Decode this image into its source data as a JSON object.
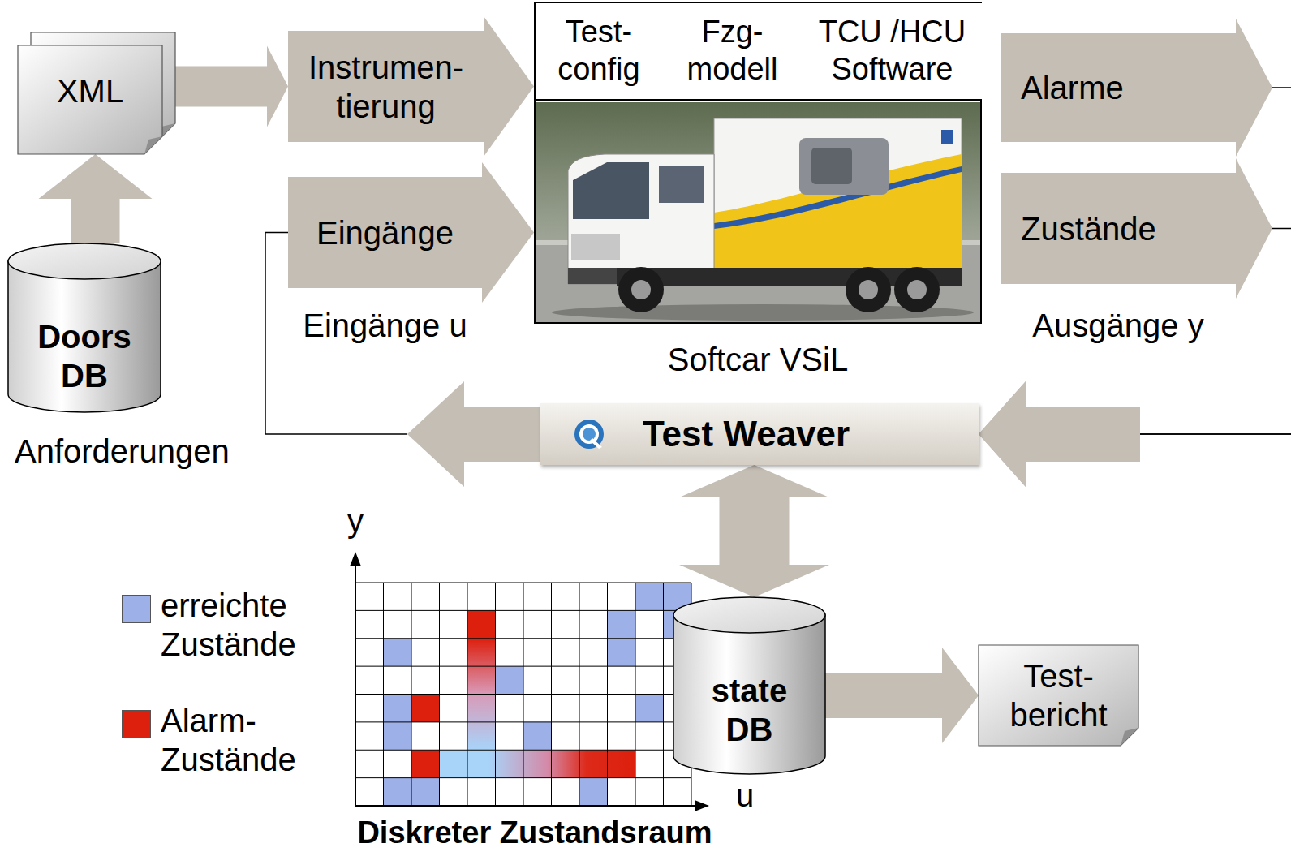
{
  "diagram": {
    "nodes": [
      {
        "text": [
          "XML"
        ]
      },
      {
        "text": [
          "Instrumen- tierung"
        ]
      },
      {
        "text": [
          "Softcar VSiL"
        ]
      },
      {
        "text": [
          "Test- config"
        ],
        "in": 2
      },
      {
        "text": [
          "Fzg- modell"
        ],
        "in": 2
      },
      {
        "text": [
          "TCU /HCU Software"
        ],
        "in": 2
      },
      {
        "text": [
          "Alarme"
        ]
      },
      {
        "text": [
          "Eingänge",
          "Eingänge u"
        ]
      },
      {
        "text": [
          "Zustände",
          "Ausgänge y"
        ]
      },
      {
        "text": [
          "Doors DB",
          "Anforderungen"
        ]
      },
      {
        "text": [
          "Test Weaver"
        ]
      },
      {
        "text": [
          "state DB"
        ]
      },
      {
        "text": [
          "Test- bericht"
        ]
      }
    ],
    "edges": [
      {
        "from": 9,
        "to": 0,
        "arrow": "to"
      },
      {
        "from": 0,
        "to": 1,
        "arrow": "to"
      },
      {
        "from": 1,
        "to": 2,
        "arrow": "to"
      },
      {
        "from": 7,
        "to": 2,
        "arrow": "to"
      },
      {
        "from": 6,
        "to": 10,
        "arrow": "to"
      },
      {
        "from": 8,
        "to": 10,
        "arrow": "to"
      },
      {
        "from": 10,
        "to": 7,
        "arrow": "to"
      },
      {
        "from": 10,
        "to": 11,
        "arrow": "both"
      },
      {
        "from": 11,
        "to": 12,
        "arrow": "to"
      }
    ],
    "labels": [
      "y",
      "u",
      "Diskreter Zustandsraum"
    ],
    "legend": [
      {
        "text": "erreichte Zustände",
        "color": "#9db0e8"
      },
      {
        "text": "Alarm- Zustände",
        "color": "#dd1f0d"
      }
    ]
  }
}
